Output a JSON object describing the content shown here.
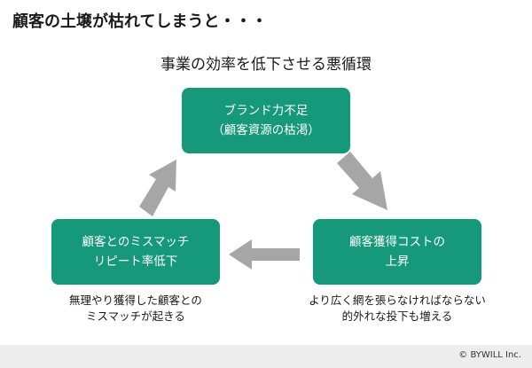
{
  "header": {
    "title": "顧客の土壌が枯れてしまうと・・・",
    "subtitle": "事業の効率を低下させる悪循環"
  },
  "nodes": {
    "top": {
      "line1": "ブランド力不足",
      "line2": "（顧客資源の枯渇）"
    },
    "right": {
      "line1": "顧客獲得コストの",
      "line2": "上昇"
    },
    "left": {
      "line1": "顧客とのミスマッチ",
      "line2": "リピート率低下"
    }
  },
  "notes": {
    "right": {
      "line1": "より広く網を張らなければならない",
      "line2": "的外れな投下も増える"
    },
    "left": {
      "line1": "無理やり獲得した顧客との",
      "line2": "ミスマッチが起きる"
    }
  },
  "footer": {
    "copyright": "© BYWILL Inc."
  },
  "colors": {
    "node_fill": "#16997a",
    "arrow_fill": "#a6a6a6",
    "footer_bg": "#ededed"
  }
}
